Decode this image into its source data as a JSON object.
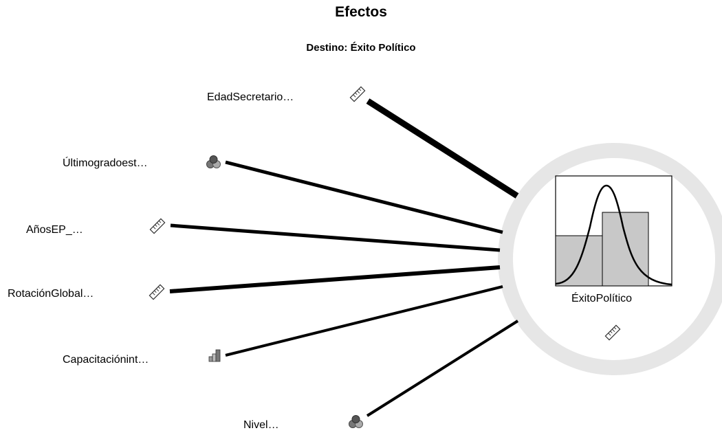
{
  "header": {
    "title": "Efectos",
    "subtitle": "Destino: Éxito Político"
  },
  "target": {
    "label": "ÉxitoPolítico",
    "icon": "ruler-icon"
  },
  "predictors": [
    {
      "label": "EdadSecretario…",
      "icon": "ruler-icon",
      "line_weight": "heavy"
    },
    {
      "label": "Últimogradoest…",
      "icon": "sets-icon",
      "line_weight": "medium"
    },
    {
      "label": "AñosEP_…",
      "icon": "ruler-icon",
      "line_weight": "medium"
    },
    {
      "label": "RotaciónGlobal…",
      "icon": "ruler-icon",
      "line_weight": "medium"
    },
    {
      "label": "Capacitaciónint…",
      "icon": "bar-chart-icon",
      "line_weight": "thin"
    },
    {
      "label": "Nivel…",
      "icon": "sets-icon",
      "line_weight": "thin"
    }
  ],
  "colors": {
    "line": "#000000",
    "ring": "#e6e6e6",
    "histogram_fill": "#c8c8c8"
  }
}
